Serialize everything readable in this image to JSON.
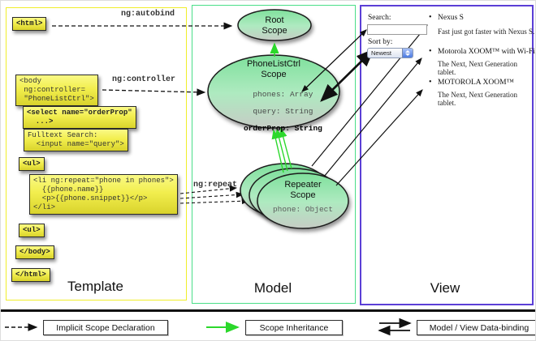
{
  "columns": {
    "template": "Template",
    "model": "Model",
    "view": "View"
  },
  "arrow_labels": {
    "autobind": "ng:autobind",
    "controller": "ng:controller",
    "repeat": "ng:repeat"
  },
  "template_code": {
    "html_open": "<html>",
    "body_open": "<body\n ng:controller=\n \"PhoneListCtrl\">",
    "select": "<select name=\"orderProp\"\n  ...>",
    "fulltext": "Fulltext Search:\n  <input name=\"query\">",
    "ul_open": "<ul>",
    "li_repeat": "<li ng:repeat=\"phone in phones\">\n  {{phone.name}}\n  <p>{{phone.snippet}}</p>\n</li>",
    "ul_open_2": "<ul>",
    "body_close": "</body>",
    "html_close": "</html>"
  },
  "scopes": {
    "root": {
      "title": "Root\nScope"
    },
    "phonelist": {
      "title": "PhoneListCtrl\nScope",
      "props": [
        "phones: Array",
        "query: String",
        "orderProp: String"
      ]
    },
    "repeater": {
      "title": "Repeater\nScope",
      "prop": "phone: Object"
    }
  },
  "view": {
    "search_label": "Search:",
    "search_value": "",
    "sort_label": "Sort by:",
    "sort_value": "Newest",
    "bullet_glyph": "•",
    "items": [
      {
        "title": "Nexus S",
        "desc": "Fast just got faster with Nexus S."
      },
      {
        "title": "Motorola XOOM™ with Wi-Fi",
        "desc": "The Next, Next Generation tablet."
      },
      {
        "title": "MOTOROLA XOOM™",
        "desc": "The Next, Next Generation tablet."
      }
    ]
  },
  "legend": {
    "implicit": "Implicit Scope Declaration",
    "inheritance": "Scope Inheritance",
    "databinding": "Model / View Data-binding"
  },
  "colors": {
    "template_border": "#f0ee2a",
    "model_border": "#4ade88",
    "view_border": "#5b3fd6",
    "inheritance_arrow": "#2bd82b"
  }
}
